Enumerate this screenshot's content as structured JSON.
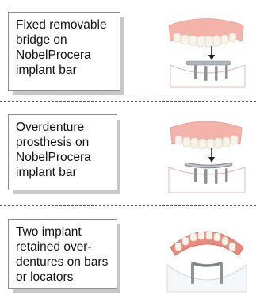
{
  "colors": {
    "separator": "#c0312b",
    "gum": "#f0a7a0",
    "teeth": "#f6f2e6",
    "metal": "#a9aeb2"
  },
  "panels": [
    {
      "lines": [
        "Fixed removable",
        "bridge on",
        "NobelProcera",
        "implant bar"
      ],
      "illustration_icon": "fixed-bridge-implant-bar-icon"
    },
    {
      "lines": [
        "Overdenture",
        "prosthesis on",
        "NobelProcera",
        "implant bar"
      ],
      "illustration_icon": "overdenture-implant-bar-icon"
    },
    {
      "lines": [
        "Two implant",
        "retained over-",
        "dentures on bars",
        "or locators"
      ],
      "illustration_icon": "two-implant-overdenture-icon"
    }
  ]
}
